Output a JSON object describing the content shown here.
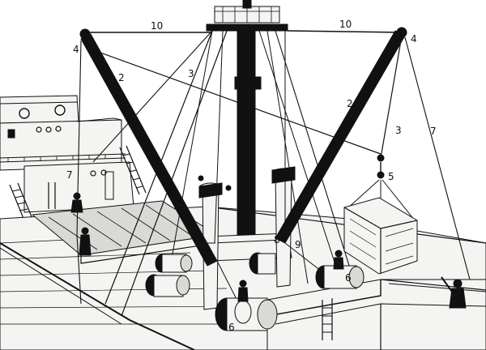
{
  "diagram": {
    "labels": {
      "topping_lift_left": "10",
      "topping_lift_right": "10",
      "boom_head_left": "4",
      "boom_head_right": "4",
      "boom_left": "2",
      "boom_right": "2",
      "span_rope_left": "3",
      "span_rope_right": "3",
      "guy_left": "7",
      "guy_right": "7",
      "cargo_hook": "5",
      "winch_left": "6",
      "winch_right": "6",
      "heel_block_left": "8",
      "heel_block_right": "9"
    },
    "colors": {
      "ink": "#111111",
      "paper": "#ffffff",
      "shade": "#d9d9d6"
    }
  }
}
